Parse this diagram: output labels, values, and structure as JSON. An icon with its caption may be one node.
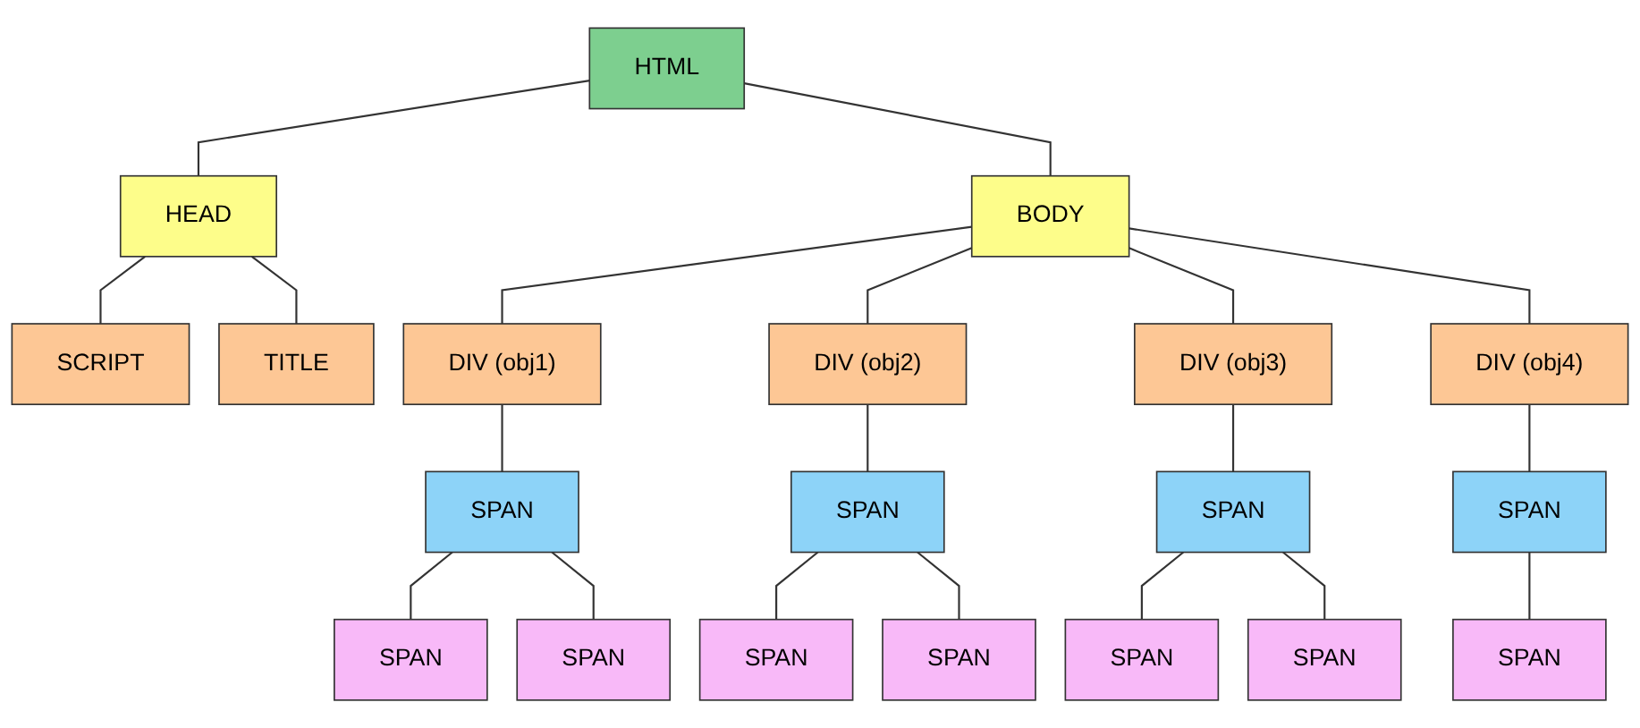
{
  "diagram": {
    "nodes": [
      {
        "text": [
          "HTML"
        ]
      },
      {
        "text": [
          "HEAD"
        ]
      },
      {
        "text": [
          "BODY"
        ]
      },
      {
        "text": [
          "SCRIPT"
        ]
      },
      {
        "text": [
          "TITLE"
        ]
      },
      {
        "text": [
          "DIV (obj1)"
        ]
      },
      {
        "text": [
          "DIV (obj2)"
        ]
      },
      {
        "text": [
          "DIV (obj3)"
        ]
      },
      {
        "text": [
          "DIV (obj4)"
        ]
      },
      {
        "text": [
          "SPAN"
        ]
      },
      {
        "text": [
          "SPAN"
        ]
      },
      {
        "text": [
          "SPAN"
        ]
      },
      {
        "text": [
          "SPAN"
        ]
      },
      {
        "text": [
          "SPAN"
        ]
      },
      {
        "text": [
          "SPAN"
        ]
      },
      {
        "text": [
          "SPAN"
        ]
      },
      {
        "text": [
          "SPAN"
        ]
      },
      {
        "text": [
          "SPAN"
        ]
      },
      {
        "text": [
          "SPAN"
        ]
      },
      {
        "text": [
          "SPAN"
        ]
      }
    ],
    "edges": [
      {
        "from": 0,
        "to": 1,
        "arrow": "none"
      },
      {
        "from": 0,
        "to": 2,
        "arrow": "none"
      },
      {
        "from": 1,
        "to": 3,
        "arrow": "none"
      },
      {
        "from": 1,
        "to": 4,
        "arrow": "none"
      },
      {
        "from": 2,
        "to": 5,
        "arrow": "none"
      },
      {
        "from": 2,
        "to": 6,
        "arrow": "none"
      },
      {
        "from": 2,
        "to": 7,
        "arrow": "none"
      },
      {
        "from": 2,
        "to": 8,
        "arrow": "none"
      },
      {
        "from": 5,
        "to": 9,
        "arrow": "none"
      },
      {
        "from": 6,
        "to": 10,
        "arrow": "none"
      },
      {
        "from": 7,
        "to": 11,
        "arrow": "none"
      },
      {
        "from": 8,
        "to": 12,
        "arrow": "none"
      },
      {
        "from": 9,
        "to": 13,
        "arrow": "none"
      },
      {
        "from": 9,
        "to": 14,
        "arrow": "none"
      },
      {
        "from": 10,
        "to": 15,
        "arrow": "none"
      },
      {
        "from": 10,
        "to": 16,
        "arrow": "none"
      },
      {
        "from": 11,
        "to": 17,
        "arrow": "none"
      },
      {
        "from": 11,
        "to": 18,
        "arrow": "none"
      },
      {
        "from": 12,
        "to": 19,
        "arrow": "none"
      }
    ]
  }
}
